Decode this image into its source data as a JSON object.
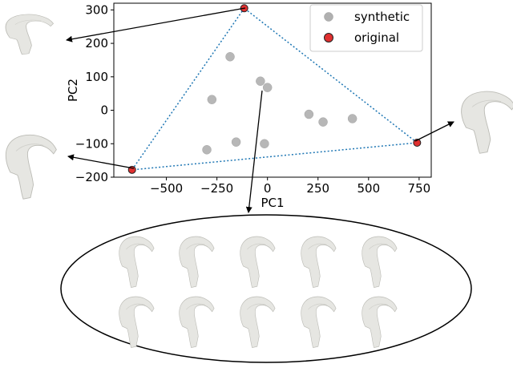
{
  "chart_data": {
    "type": "scatter",
    "xlabel": "PC1",
    "ylabel": "PC2",
    "xlim": [
      -760,
      810
    ],
    "ylim": [
      -200,
      320
    ],
    "xticks": [
      -500,
      -250,
      0,
      250,
      500,
      750
    ],
    "xtick_labels": [
      "−500",
      "−250",
      "0",
      "250",
      "500",
      "750"
    ],
    "yticks": [
      -200,
      -100,
      0,
      100,
      200,
      300
    ],
    "ytick_labels": [
      "−200",
      "−100",
      "0",
      "100",
      "200",
      "300"
    ],
    "legend_position": "top-right",
    "series": [
      {
        "name": "synthetic",
        "color": "#b0b0b0",
        "points": [
          {
            "x": -185,
            "y": 160
          },
          {
            "x": -275,
            "y": 32
          },
          {
            "x": -35,
            "y": 87
          },
          {
            "x": 0,
            "y": 68
          },
          {
            "x": -300,
            "y": -118
          },
          {
            "x": -155,
            "y": -95
          },
          {
            "x": -15,
            "y": -100
          },
          {
            "x": 205,
            "y": -12
          },
          {
            "x": 275,
            "y": -35
          },
          {
            "x": 420,
            "y": -25
          }
        ]
      },
      {
        "name": "original",
        "color": "#e03030",
        "points": [
          {
            "x": -115,
            "y": 305
          },
          {
            "x": -670,
            "y": -178
          },
          {
            "x": 740,
            "y": -97
          }
        ]
      }
    ],
    "hull": {
      "color": "#1f77b4",
      "style": "dotted"
    }
  },
  "annotations": {
    "original_shapes": 3,
    "synthetic_shapes": 10,
    "shape_color": "#e6e6e2"
  }
}
